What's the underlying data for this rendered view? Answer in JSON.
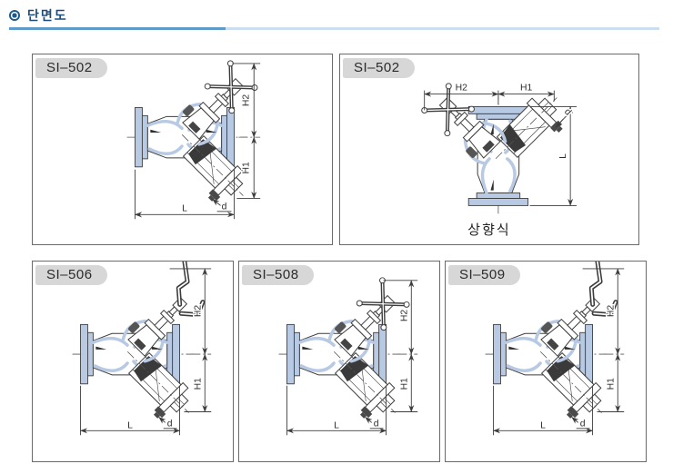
{
  "header": {
    "title": "단면도"
  },
  "dim_labels": {
    "h1": "H1",
    "h2": "H2",
    "l": "L",
    "d": "d"
  },
  "panels": {
    "top_left": {
      "model": "SI–502"
    },
    "top_right": {
      "model": "SI–502",
      "caption": "상향식"
    },
    "bottom_left": {
      "model": "SI–506"
    },
    "bottom_middle": {
      "model": "SI–508"
    },
    "bottom_right": {
      "model": "SI–509"
    }
  },
  "colors": {
    "header_text": "#1d4d7b",
    "rule_dark": "#5e9bc9",
    "rule_light": "#ccdded",
    "flange_blue": "#b7c9e3",
    "line": "#3d3d3d",
    "badge_bg": "#d7d7d7"
  }
}
